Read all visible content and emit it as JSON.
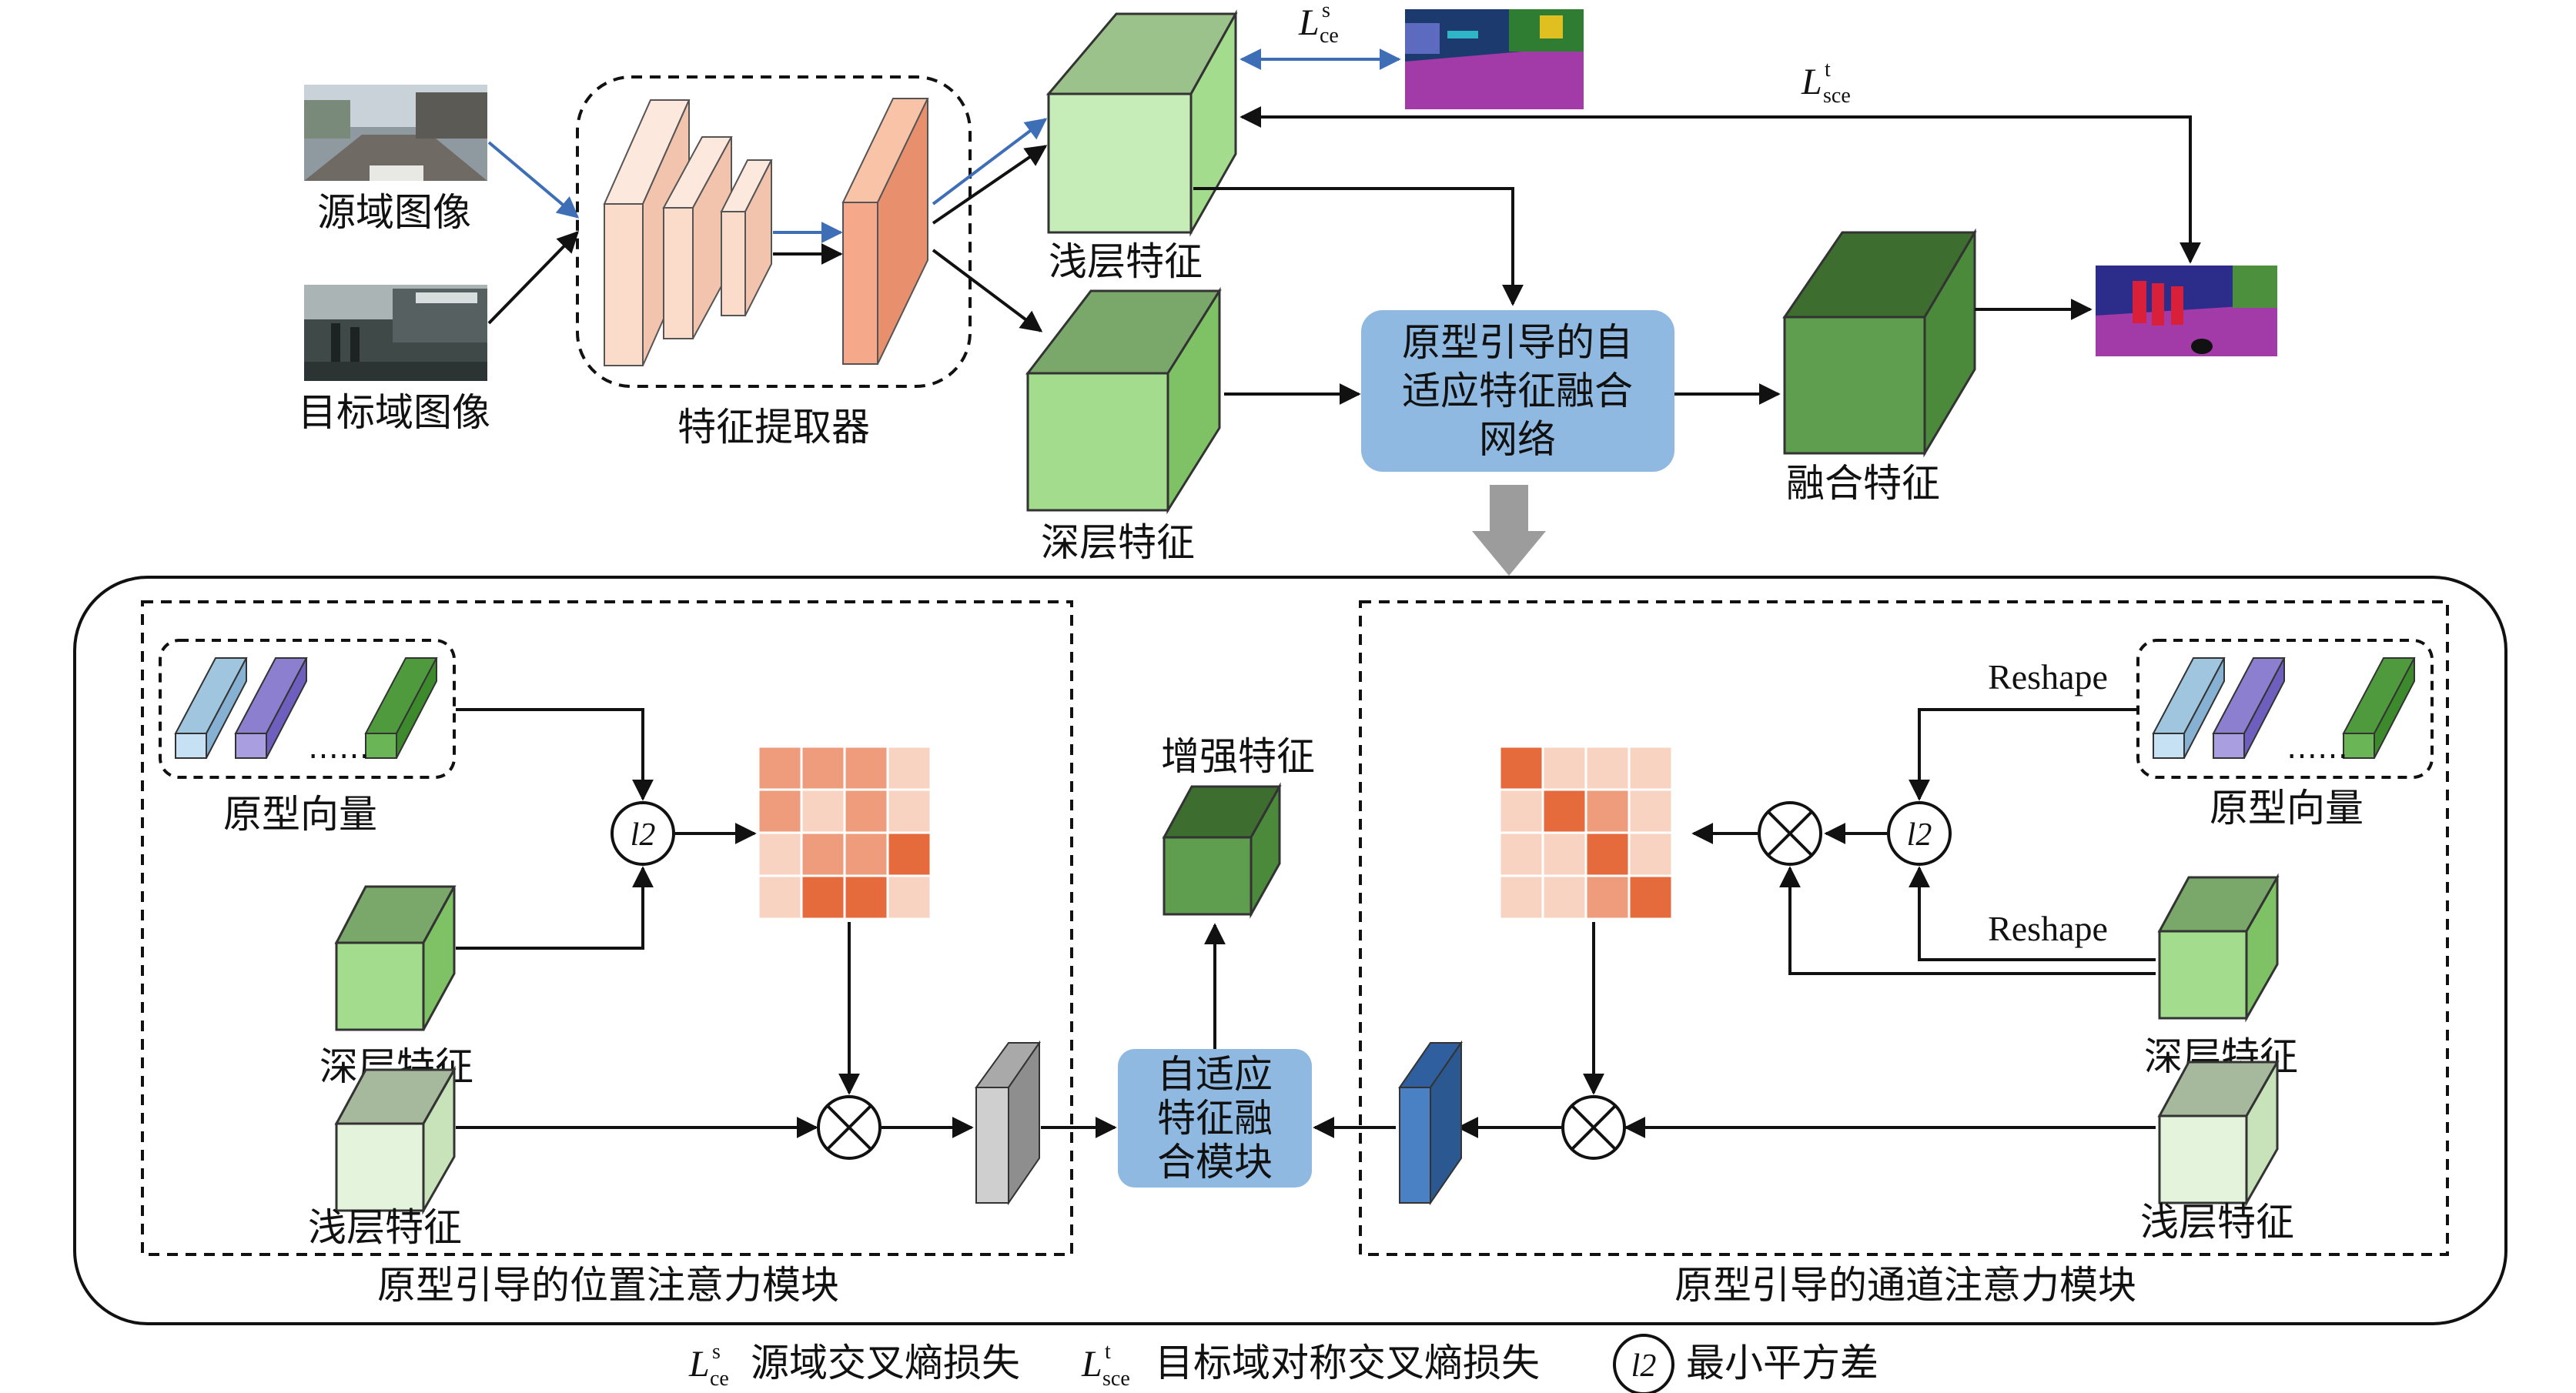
{
  "top": {
    "source_image_label": "源域图像",
    "target_image_label": "目标域图像",
    "extractor_label": "特征提取器",
    "shallow_label": "浅层特征",
    "deep_label": "深层特征",
    "fusion_network_lines": [
      "原型引导的自",
      "适应特征融合",
      "网络"
    ],
    "fused_label": "融合特征",
    "loss_ce": {
      "main": "L",
      "sup": "s",
      "sub": "ce"
    },
    "loss_sce": {
      "main": "L",
      "sup": "t",
      "sub": "sce"
    }
  },
  "bottom_left": {
    "title": "原型引导的位置注意力模块",
    "prototype_label": "原型向量",
    "deep_label": "深层特征",
    "shallow_label": "浅层特征",
    "l2": "l2"
  },
  "middle": {
    "enhanced_label": "增强特征",
    "adaptive_module_lines": [
      "自适应",
      "特征融",
      "合模块"
    ]
  },
  "bottom_right": {
    "title": "原型引导的通道注意力模块",
    "prototype_label": "原型向量",
    "deep_label": "深层特征",
    "shallow_label": "浅层特征",
    "reshape_top": "Reshape",
    "reshape_bottom": "Reshape",
    "l2": "l2"
  },
  "legend": {
    "ce_desc": "源域交叉熵损失",
    "sce_desc": "目标域对称交叉熵损失",
    "l2": "l2",
    "l2_desc": "最小平方差"
  },
  "colors": {
    "arrow_blue": "#3e6fb6",
    "box_blue": "#8fb9e0",
    "shallow_green": "#c6ecb8",
    "deep_green": "#a4dc8e",
    "fused_green": "#5f9e4f",
    "extractor_light": "#fbdcca",
    "extractor_dark": "#f5a98a",
    "heat_dark": "#e56a3c",
    "heat_mid": "#ee9c7c",
    "heat_light": "#f8d3c2"
  }
}
